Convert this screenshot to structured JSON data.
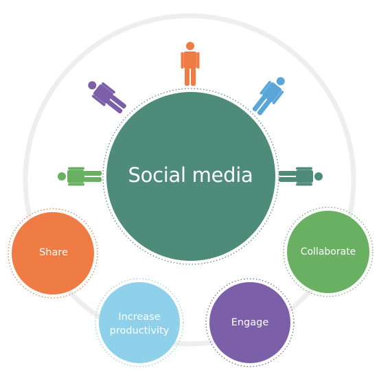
{
  "center": {
    "label": "Social media",
    "color": "#4e8c79"
  },
  "outer_ring_color": "#eeeeee",
  "nodes": [
    {
      "id": "share",
      "label": "Share",
      "color": "#ef7b45"
    },
    {
      "id": "collaborate",
      "label": "Collaborate",
      "color": "#6ab063"
    },
    {
      "id": "increase",
      "label": "Increase productivity",
      "color": "#8fd0ea"
    },
    {
      "id": "engage",
      "label": "Engage",
      "color": "#7b5fa8"
    }
  ],
  "people": [
    {
      "icon": "person-icon",
      "color": "#6ab063",
      "direction": "left"
    },
    {
      "icon": "person-icon",
      "color": "#7b5fa8",
      "direction": "upper-left"
    },
    {
      "icon": "person-icon",
      "color": "#ef7b45",
      "direction": "up"
    },
    {
      "icon": "person-icon",
      "color": "#5aa6d9",
      "direction": "upper-right"
    },
    {
      "icon": "person-icon",
      "color": "#4e8c79",
      "direction": "right"
    }
  ]
}
